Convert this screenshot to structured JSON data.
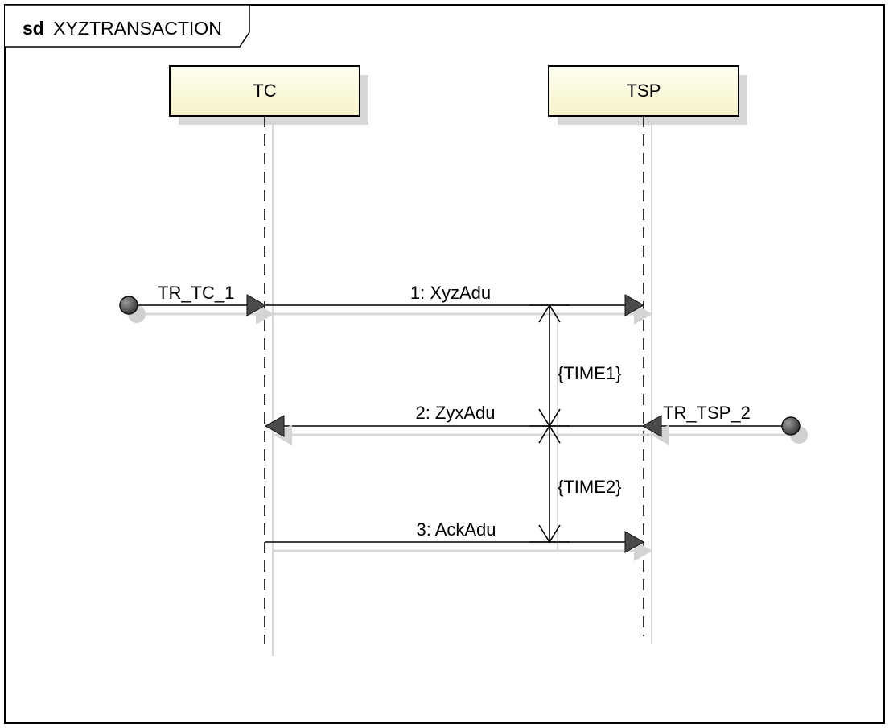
{
  "diagram": {
    "kind": "sd",
    "name": "XYZTRANSACTION",
    "lifelines": [
      {
        "label": "TC"
      },
      {
        "label": "TSP"
      }
    ],
    "found_messages": [
      {
        "label": "TR_TC_1"
      },
      {
        "label": "TR_TSP_2"
      }
    ],
    "messages": [
      {
        "label": "1: XyzAdu"
      },
      {
        "label": "2: ZyxAdu"
      },
      {
        "label": "3: AckAdu"
      }
    ],
    "constraints": [
      {
        "label": "{TIME1}"
      },
      {
        "label": "{TIME2}"
      }
    ],
    "colors": {
      "lifeline_head_fill_top": "#fffff2",
      "lifeline_head_fill_bottom": "#f6f2c8",
      "line": "#000000",
      "shadow": "#d8d8d8",
      "arrowhead": "#4a4a4a",
      "endpoint": "#555555"
    }
  }
}
